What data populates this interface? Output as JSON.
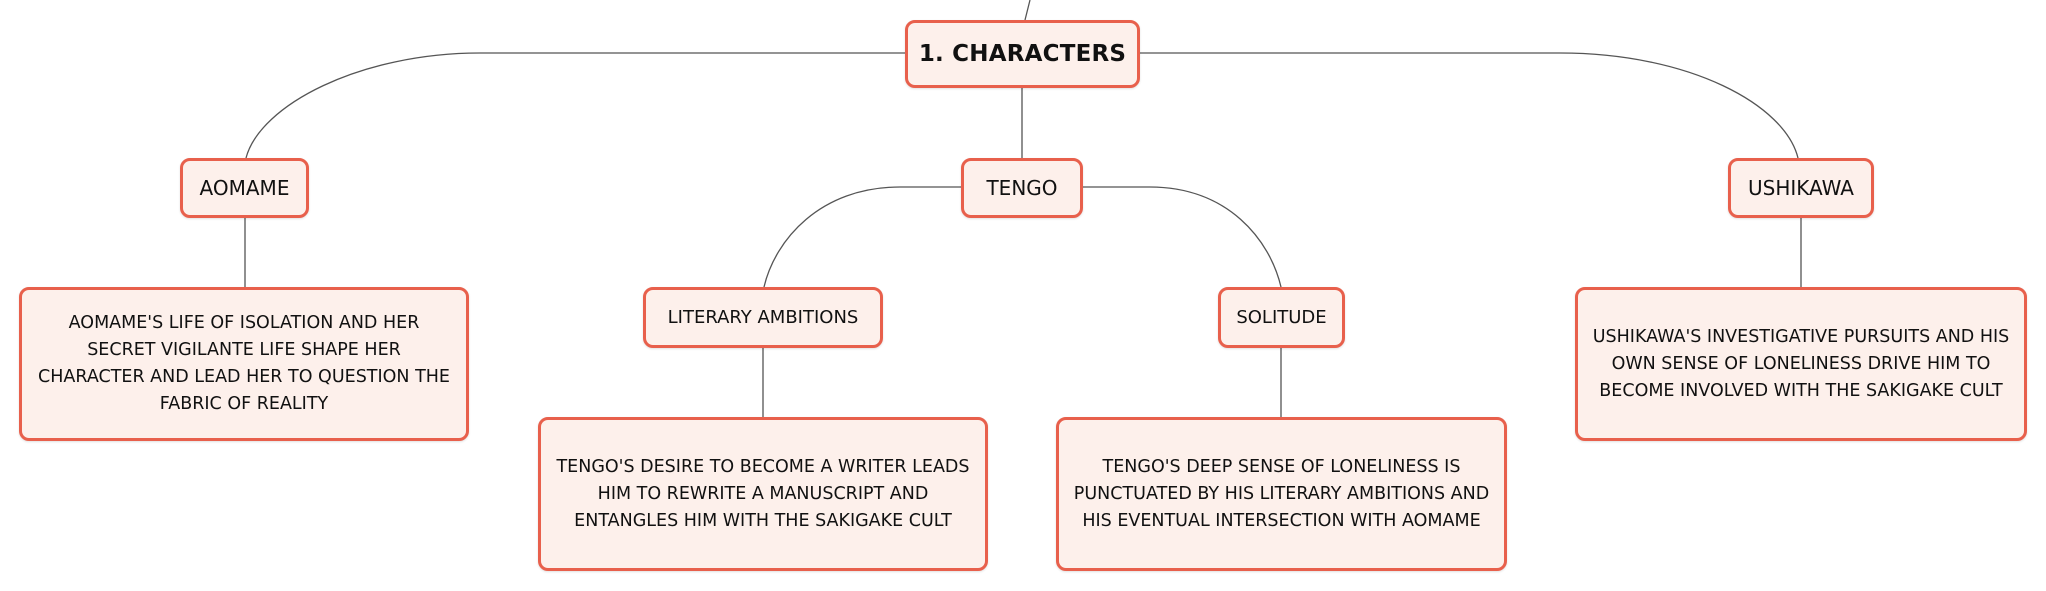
{
  "root": {
    "label": "1. CHARACTERS"
  },
  "aomame": {
    "label": "AOMAME",
    "description": "AOMAME'S LIFE OF ISOLATION AND HER SECRET VIGILANTE LIFE SHAPE HER CHARACTER AND LEAD HER TO QUESTION THE FABRIC OF REALITY"
  },
  "tengo": {
    "label": "TENGO",
    "literary": {
      "label": "LITERARY AMBITIONS",
      "description": "TENGO'S DESIRE TO BECOME A WRITER LEADS HIM TO REWRITE A MANUSCRIPT AND ENTANGLES HIM WITH THE SAKIGAKE CULT"
    },
    "solitude": {
      "label": "SOLITUDE",
      "description": "TENGO'S DEEP SENSE OF LONELINESS IS PUNCTUATED BY HIS LITERARY AMBITIONS AND HIS EVENTUAL INTERSECTION WITH AOMAME"
    }
  },
  "ushikawa": {
    "label": "USHIKAWA",
    "description": "USHIKAWA'S INVESTIGATIVE PURSUITS AND HIS OWN SENSE OF LONELINESS DRIVE HIM TO BECOME INVOLVED WITH THE SAKIGAKE CULT"
  },
  "colors": {
    "border": "#e8604c",
    "fill": "#fdf0eb",
    "line": "#555555"
  }
}
